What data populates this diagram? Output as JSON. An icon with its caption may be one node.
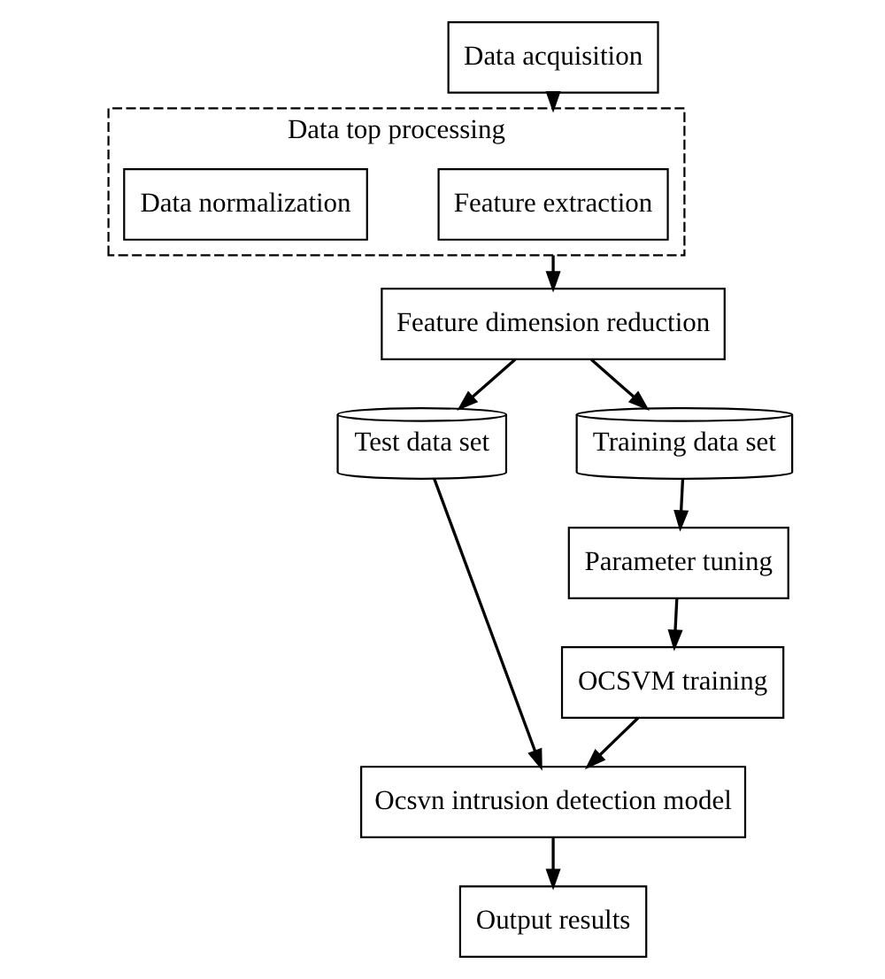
{
  "diagram": {
    "nodes": [
      {
        "text": [
          "Data acquisition"
        ]
      },
      {
        "text": [
          "Data top processing"
        ]
      },
      {
        "text": [
          "Feature extraction"
        ],
        "in": 1
      },
      {
        "text": [
          "Data normalization"
        ],
        "in": 1
      },
      {
        "text": [
          "Feature dimension reduction"
        ]
      },
      {
        "text": [
          "Test data set"
        ]
      },
      {
        "text": [
          "Training data set"
        ]
      },
      {
        "text": [
          "Parameter tuning"
        ]
      },
      {
        "text": [
          "OCSVM training"
        ]
      },
      {
        "text": [
          "Ocsvn intrusion detection model"
        ]
      },
      {
        "text": [
          "Output results"
        ]
      }
    ],
    "edges": [
      {
        "from": 0,
        "to": 1,
        "arrow": "to"
      },
      {
        "from": 1,
        "to": 4,
        "arrow": "to"
      },
      {
        "from": 4,
        "to": 5,
        "arrow": "to"
      },
      {
        "from": 4,
        "to": 6,
        "arrow": "to"
      },
      {
        "from": 6,
        "to": 7,
        "arrow": "to"
      },
      {
        "from": 7,
        "to": 8,
        "arrow": "to"
      },
      {
        "from": 8,
        "to": 9,
        "arrow": "to"
      },
      {
        "from": 5,
        "to": 9,
        "arrow": "to"
      },
      {
        "from": 9,
        "to": 10,
        "arrow": "to"
      }
    ]
  }
}
